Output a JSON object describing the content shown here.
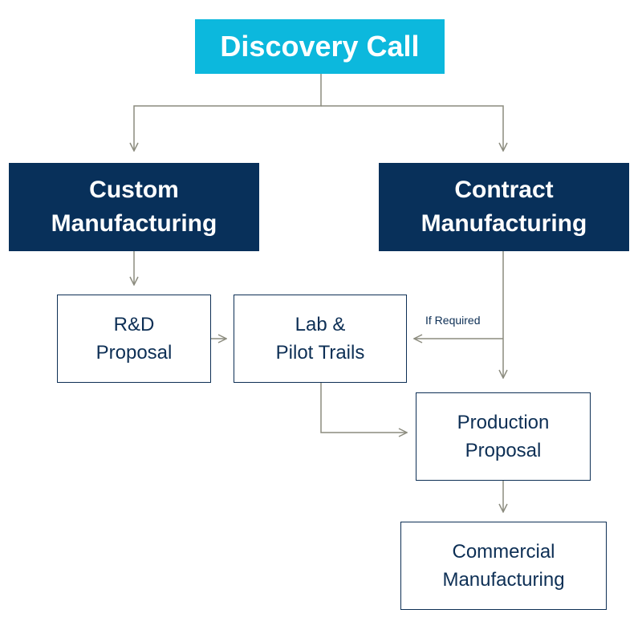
{
  "nodes": {
    "discovery_call": "Discovery Call",
    "custom_manufacturing": [
      "Custom",
      "Manufacturing"
    ],
    "contract_manufacturing": [
      "Contract",
      "Manufacturing"
    ],
    "rd_proposal": [
      "R&D",
      "Proposal"
    ],
    "lab_pilot_trails": [
      "Lab &",
      "Pilot Trails"
    ],
    "production_proposal": [
      "Production",
      "Proposal"
    ],
    "commercial_manufacturing": [
      "Commercial",
      "Manufacturing"
    ]
  },
  "edge_labels": {
    "if_required": "If Required"
  },
  "colors": {
    "accent_cyan": "#0cb8dd",
    "navy": "#08305a",
    "outline_text": "#0d2f55",
    "connector": "#8c8c7f"
  }
}
